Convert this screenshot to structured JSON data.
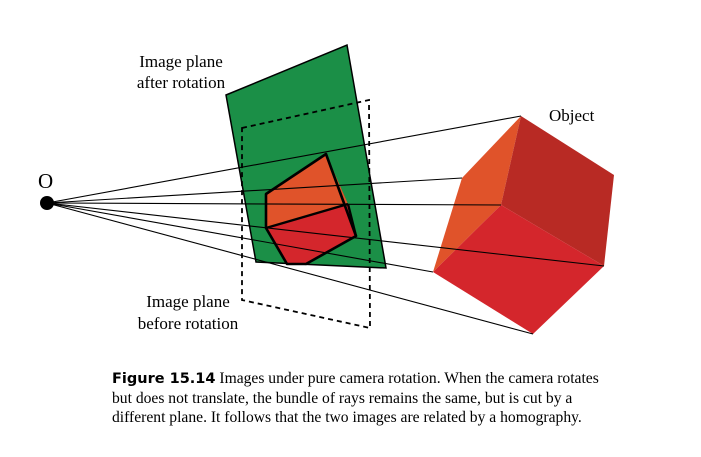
{
  "labels": {
    "origin": "O",
    "image_plane_after_line1": "Image plane",
    "image_plane_after_line2": "after rotation",
    "image_plane_before_line1": "Image plane",
    "image_plane_before_line2": "before rotation",
    "object": "Object"
  },
  "caption": {
    "figure_label": "Figure 15.14",
    "line1": " Images under pure camera rotation. When the camera rotates",
    "line2": "but does not translate, the bundle of rays remains the same, but is cut by a",
    "line3": "different plane. It follows that the two images are related by a homography."
  },
  "colors": {
    "plane_green": "#1b8f47",
    "image_orange": "#e0532a",
    "image_red": "#d4262c",
    "cube_left_face": "#e0532a",
    "cube_right_face": "#b82a24",
    "cube_bottom_face": "#d4262c",
    "line_black": "#000000"
  }
}
